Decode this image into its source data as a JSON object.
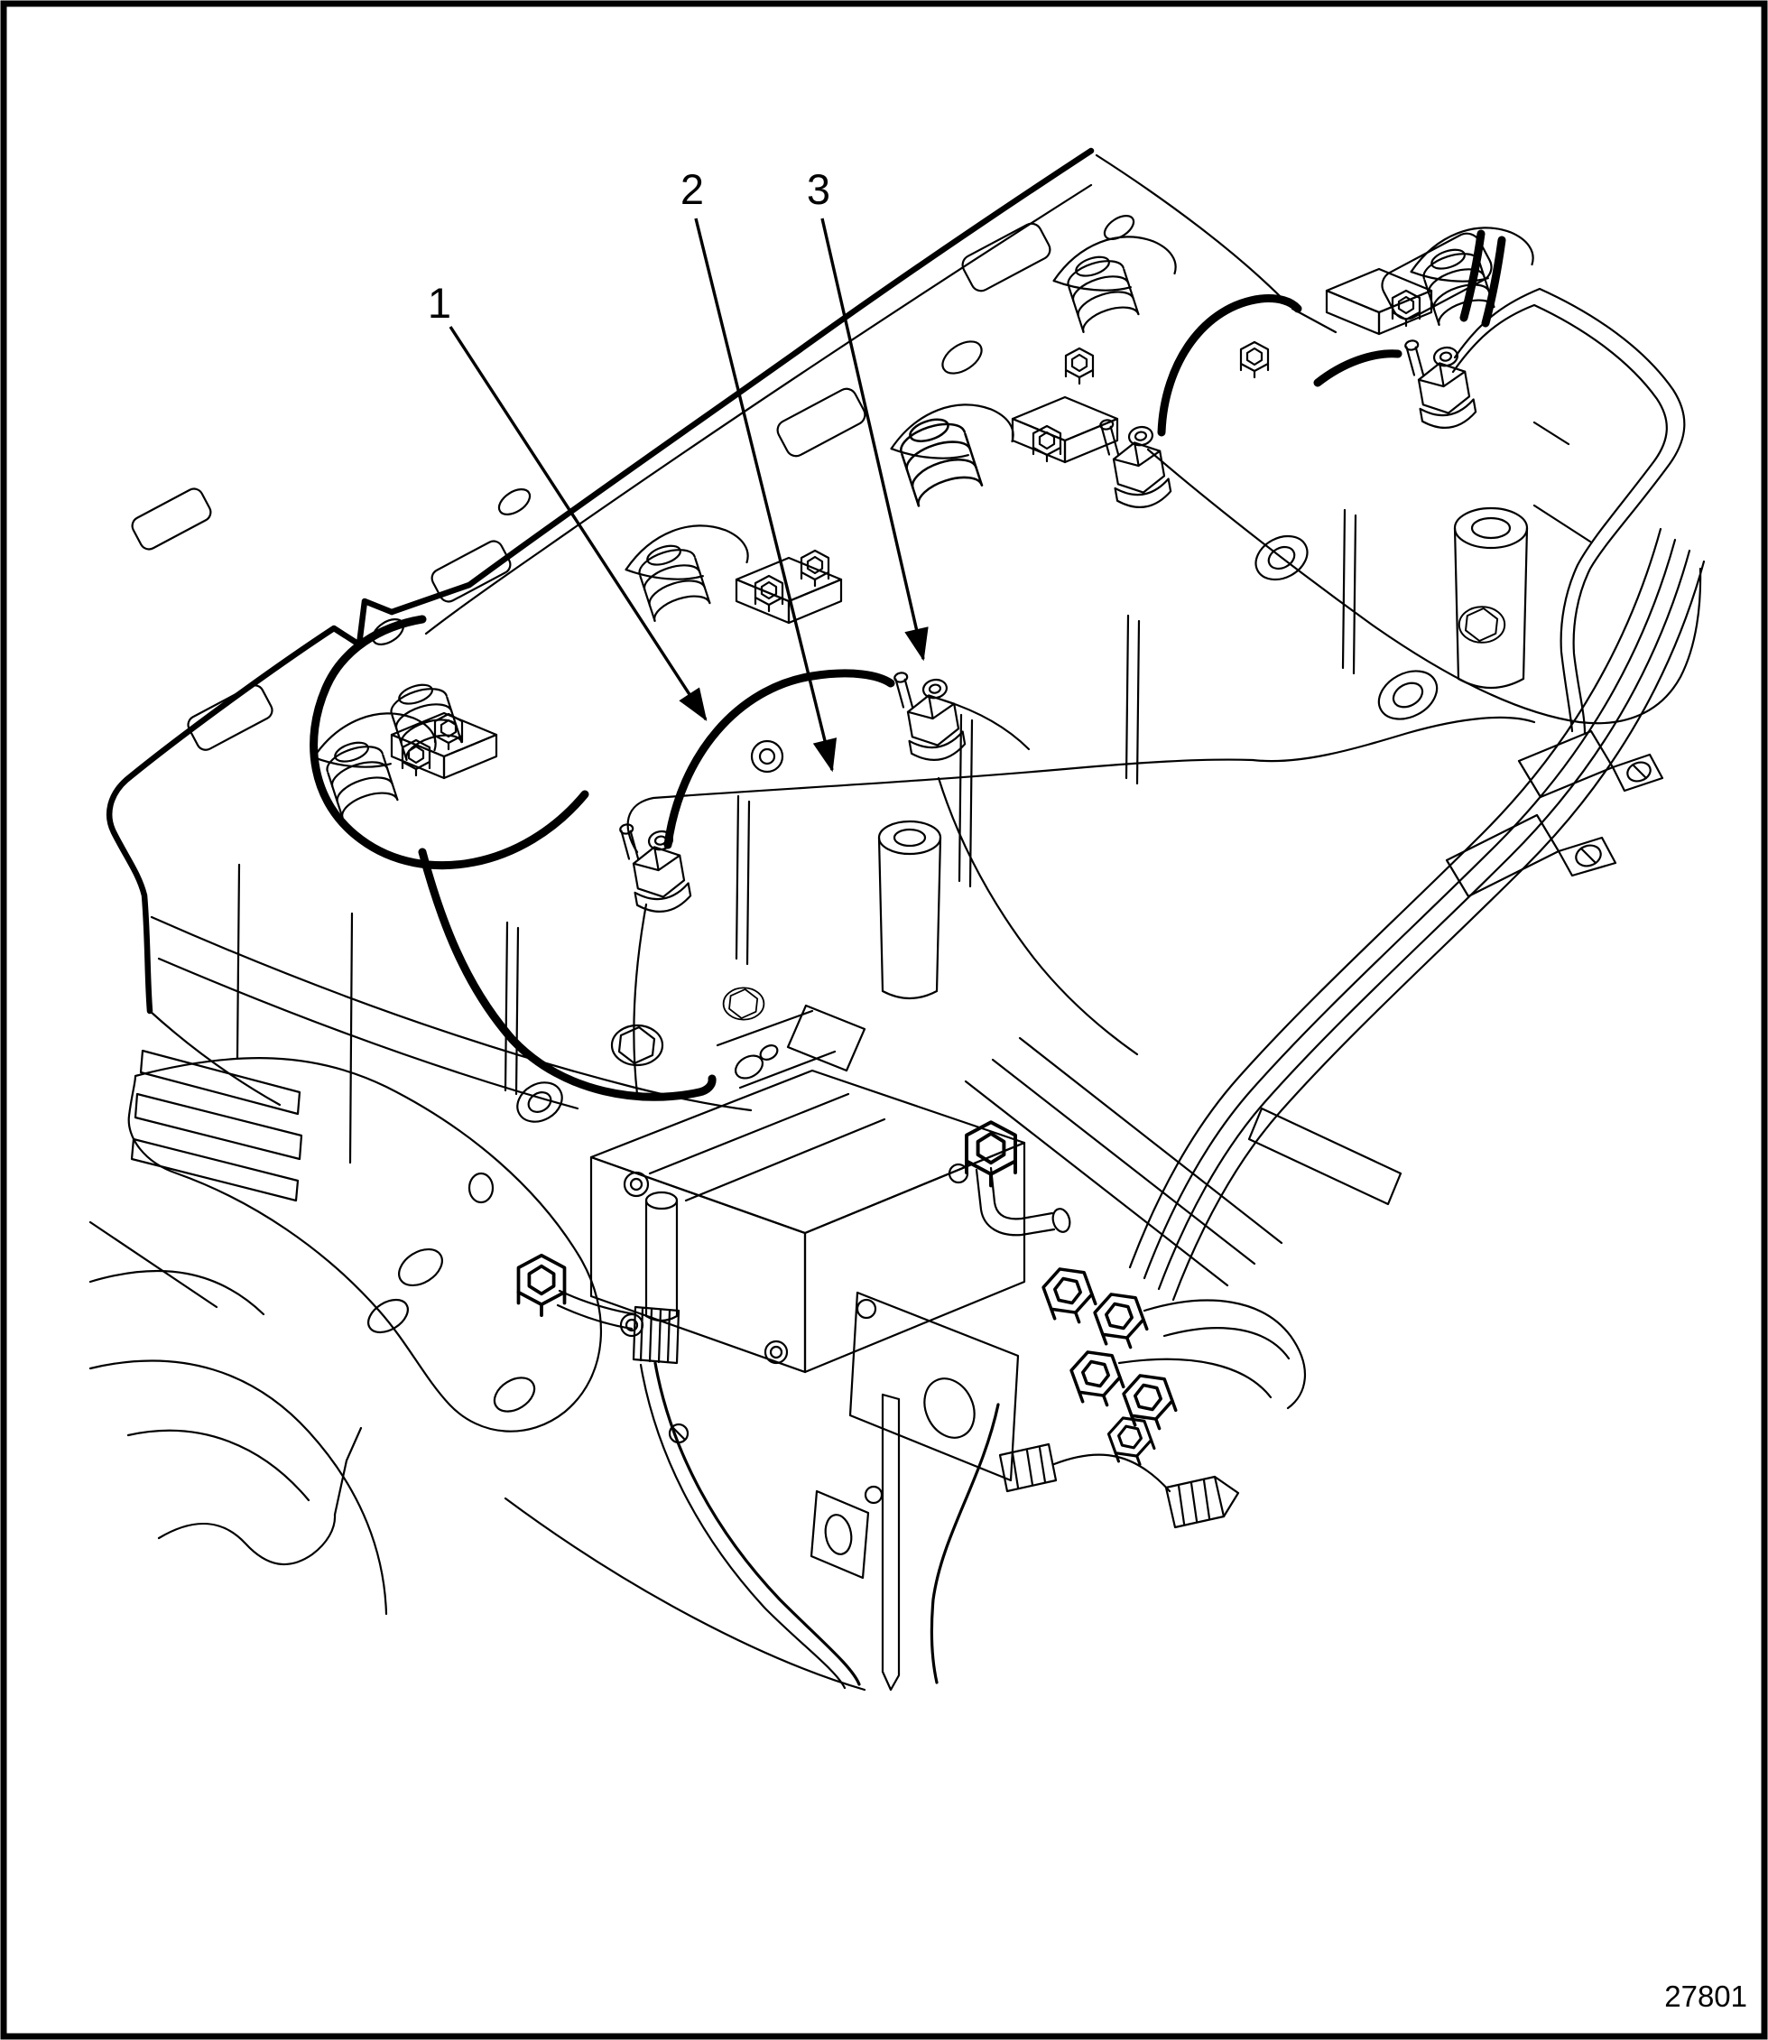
{
  "page": {
    "type": "service-manual-illustration"
  },
  "colors": {
    "ink": "#000000",
    "paper": "#ffffff"
  },
  "callouts": [
    {
      "label": "1"
    },
    {
      "label": "2"
    },
    {
      "label": "3"
    }
  ],
  "figure": {
    "number": "27801"
  }
}
